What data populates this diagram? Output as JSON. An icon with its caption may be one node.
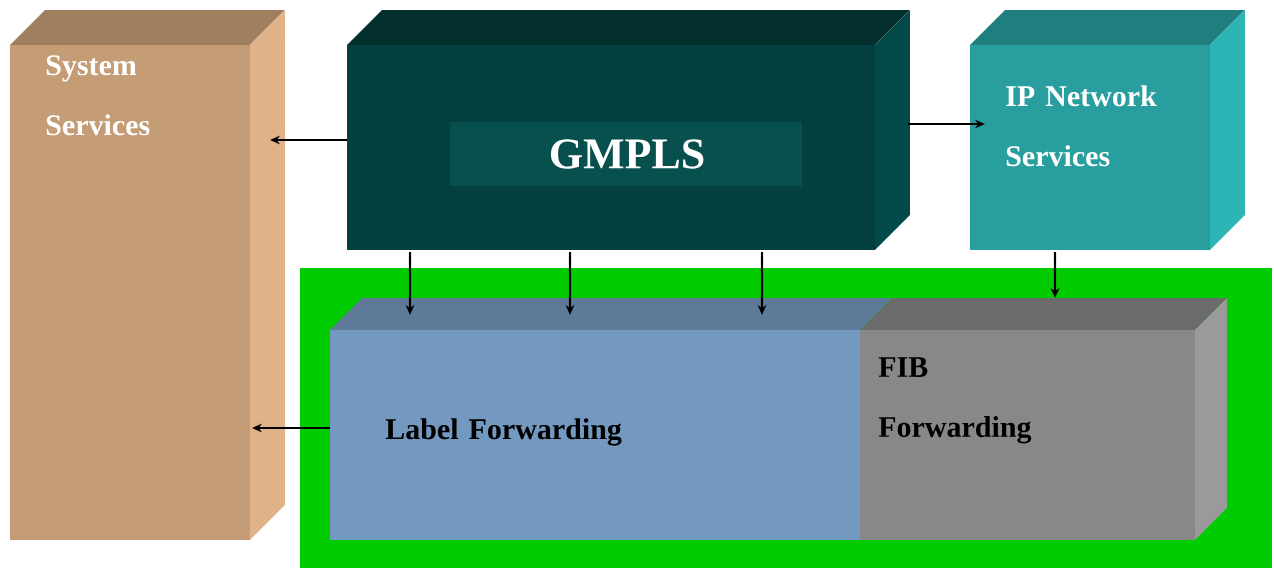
{
  "diagram": {
    "nodes": [
      {
        "text": [
          "System Services"
        ]
      },
      {
        "text": [
          "GMPLS"
        ]
      },
      {
        "text": [
          "IP Network Services"
        ]
      },
      {
        "text": [],
        "shape": "box"
      },
      {
        "text": [
          "Label Forwarding"
        ],
        "in": 3
      },
      {
        "text": [
          "FIB Forwarding"
        ],
        "in": 3
      }
    ],
    "edges": [
      {
        "from": 1,
        "to": 0,
        "arrow": "to"
      },
      {
        "from": 1,
        "to": 2,
        "arrow": "to"
      },
      {
        "from": 1,
        "to": 4,
        "arrow": "to"
      },
      {
        "from": 1,
        "to": 4,
        "arrow": "to"
      },
      {
        "from": 1,
        "to": 4,
        "arrow": "to"
      },
      {
        "from": 2,
        "to": 5,
        "arrow": "to"
      },
      {
        "from": 4,
        "to": 0,
        "arrow": "to"
      }
    ]
  }
}
